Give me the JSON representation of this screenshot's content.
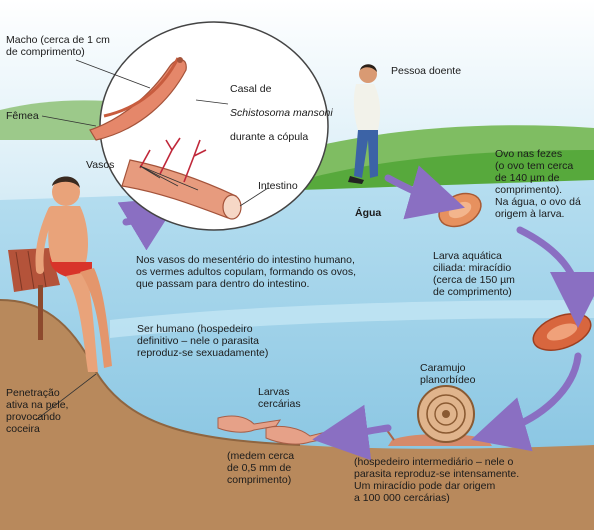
{
  "labels": {
    "macho": "Macho (cerca de 1 cm\nde comprimento)",
    "femea": "Fêmea",
    "casal_line1": "Casal de",
    "casal_species": "Schistosoma mansoni",
    "casal_line3": "durante a cópula",
    "vasos": "Vasos",
    "intestino": "Intestino",
    "pessoa_doente": "Pessoa doente",
    "ovo": "Ovo nas fezes\n(o ovo tem cerca\nde 140 µm de\ncomprimento).\nNa água, o ovo dá\norigem à larva.",
    "agua": "Água",
    "vasos_mesenterio": "Nos vasos do mesentério do intestino humano,\nos vermes adultos copulam, formando os ovos,\nque passam para dentro do intestino.",
    "larva_aquatica": "Larva aquática\nciliada: miracídio\n(cerca de 150 µm\nde comprimento)",
    "ser_humano": "Ser humano (hospedeiro\ndefinitivo – nele o parasita\nreproduz-se sexuadamente)",
    "caramujo": "Caramujo\nplanorbídeo",
    "penetracao": "Penetração\nativa na pele,\nprovocando\ncoceira",
    "larvas_cercarias": "Larvas\ncercárias",
    "medem": "(medem cerca\nde 0,5 mm de\ncomprimento)",
    "hospedeiro_intermediario": "(hospedeiro intermediário – nele o\nparasita reproduz-se intensamente.\nUm miracídio pode dar origem\na 100 000 cercárias)"
  },
  "colors": {
    "sky": "#d6ecf6",
    "water": "#9fd3ea",
    "water_deep": "#7fc0df",
    "grass": "#57a93c",
    "soil": "#b8895c",
    "arrow": "#8a6fc2",
    "skin": "#e9a37a",
    "worm": "#d9795a"
  }
}
